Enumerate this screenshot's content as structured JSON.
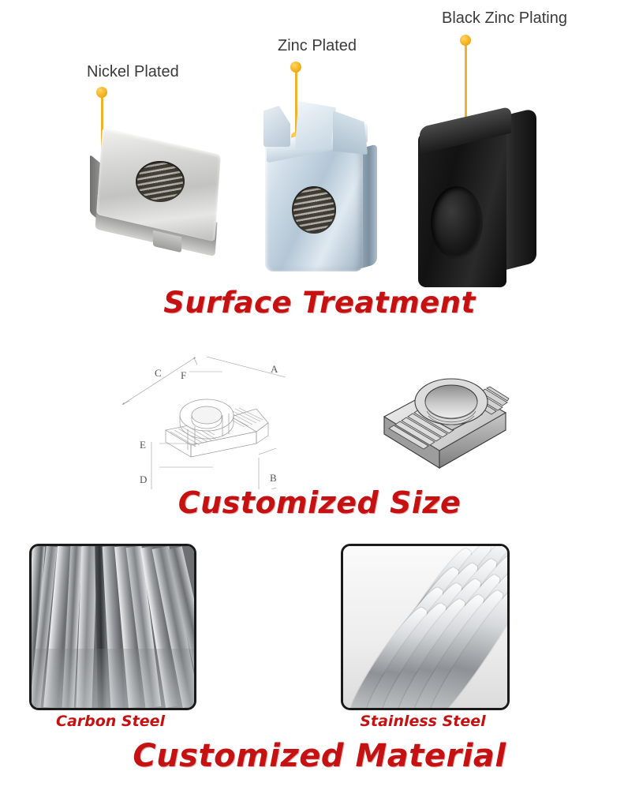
{
  "sections": {
    "surface_treatment": {
      "title": "Surface Treatment",
      "callouts": [
        {
          "label": "Nickel Plated",
          "icon": "pin-marker-icon"
        },
        {
          "label": "Zinc Plated",
          "icon": "pin-marker-icon"
        },
        {
          "label": "Black Zinc Plating",
          "icon": "pin-marker-icon"
        }
      ],
      "products": [
        {
          "name": "nickel-plated-t-nut",
          "color": "#d4d4d2"
        },
        {
          "name": "zinc-plated-t-nut",
          "color": "#c2d2de"
        },
        {
          "name": "black-zinc-t-nut",
          "color": "#161616"
        }
      ]
    },
    "customized_size": {
      "title": "Customized Size",
      "drawing_name": "t-nut-dimension-drawing",
      "render_name": "t-nut-3d-render",
      "dimension_labels": [
        "A",
        "B",
        "C",
        "D",
        "E",
        "F"
      ]
    },
    "customized_material": {
      "title": "Customized Material",
      "materials": [
        {
          "caption": "Carbon Steel",
          "photo_name": "carbon-steel-photo"
        },
        {
          "caption": "Stainless Steel",
          "photo_name": "stainless-steel-photo"
        }
      ]
    }
  },
  "colors": {
    "title_red": "#c51111",
    "pin_yellow": "#f0b22a",
    "label_gray": "#3a3a3a",
    "frame_border": "#1a1a1a"
  }
}
